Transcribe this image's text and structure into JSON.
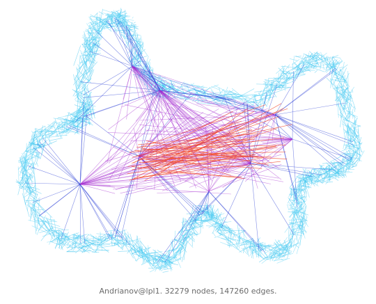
{
  "graph": {
    "matrix_name": "Andrianov@lpl1",
    "node_count": 32279,
    "edge_count": 147260,
    "colors": {
      "background": "#ffffff",
      "dense_edges": "#3fc4ef",
      "dense_edges_light": "#63d6f5",
      "medium_edges": "#2b3fd6",
      "long_edges": "#a42ad0",
      "longest_edges": "#f0482d"
    }
  },
  "caption": {
    "text": "Andrianov@lpl1. 32279 nodes, 147260 edges."
  }
}
